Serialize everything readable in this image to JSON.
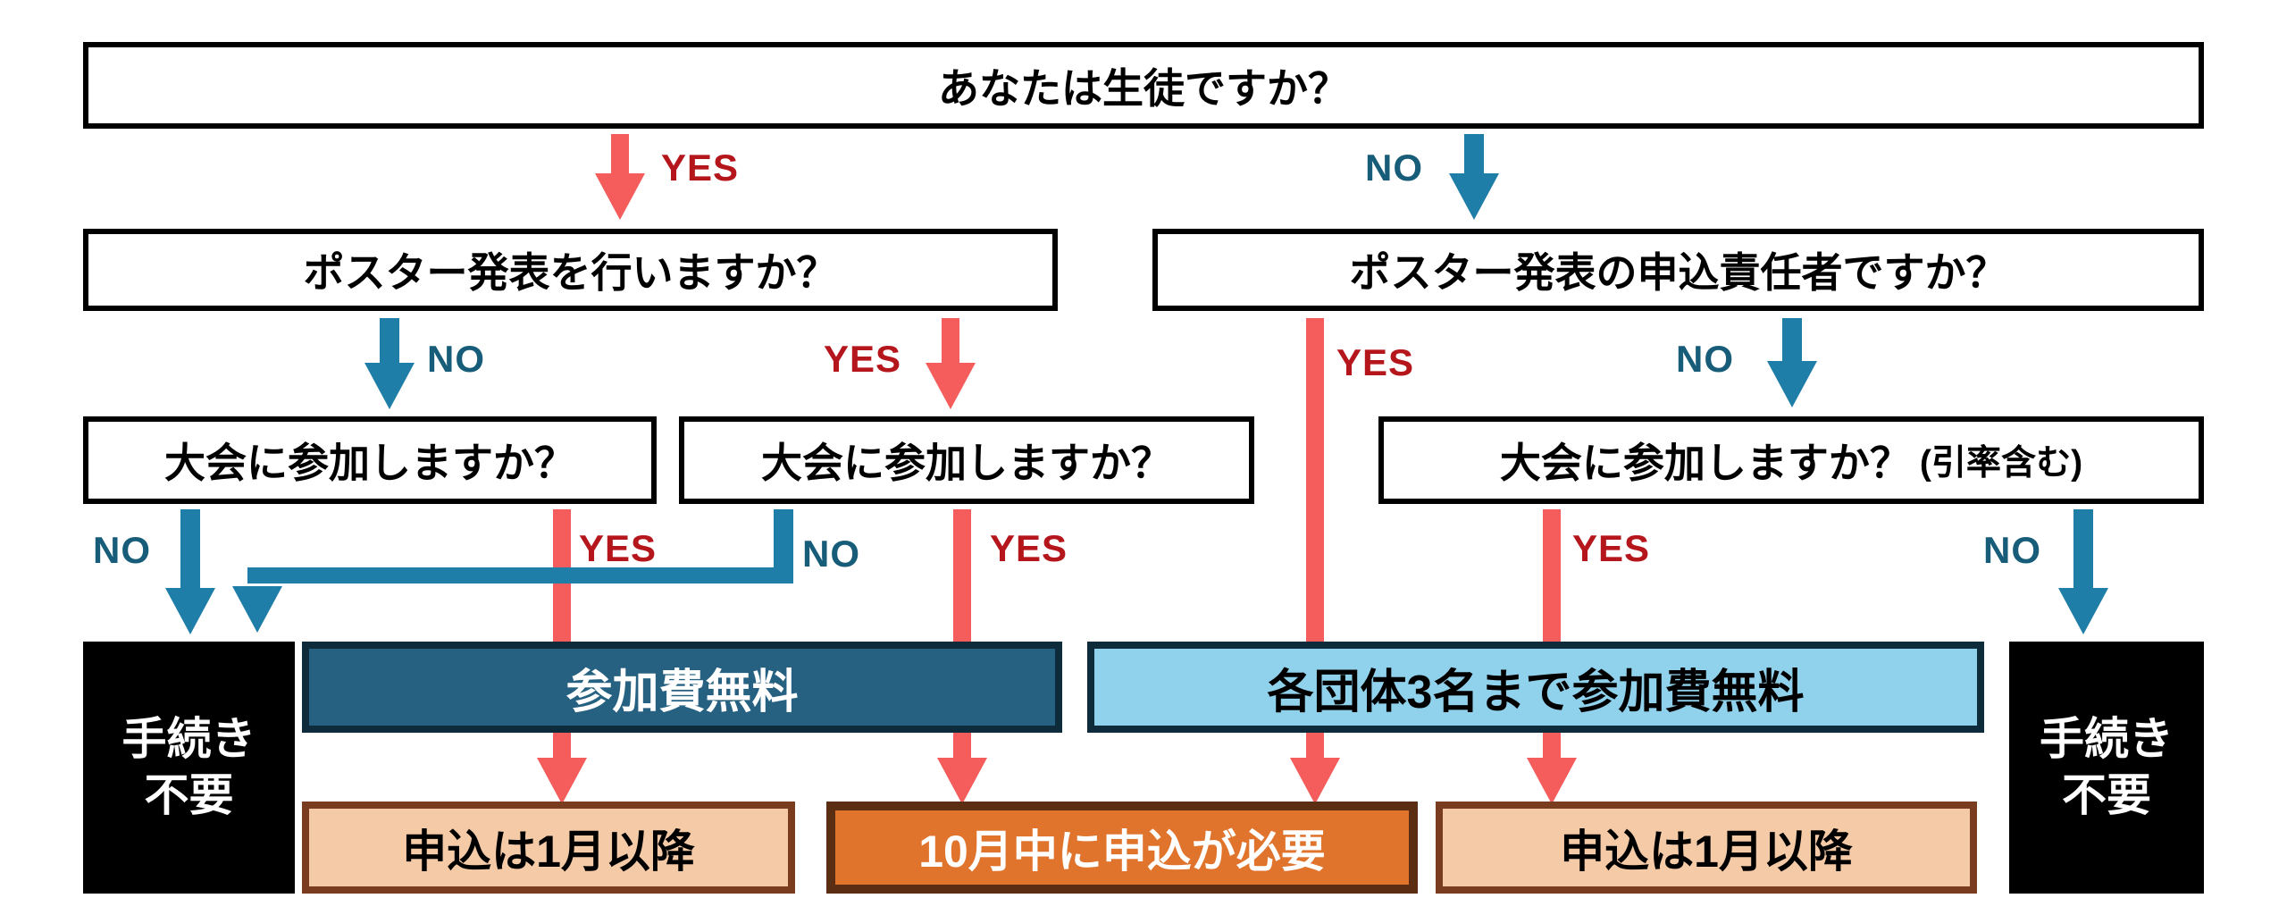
{
  "labels": {
    "yes": "YES",
    "no": "NO"
  },
  "questions": {
    "student": "あなたは生徒ですか？",
    "poster_present": "ポスター発表を行いますか？",
    "poster_manager": "ポスター発表の申込責任者ですか？",
    "attend_a": "大会に参加しますか？",
    "attend_b": "大会に参加しますか？",
    "attend_c": "大会に参加しますか？",
    "attend_c_note": "(引率含む)"
  },
  "results": {
    "no_procedure_line1": "手続き",
    "no_procedure_line2": "不要",
    "free": "参加費無料",
    "free_three": "各団体3名まで参加費無料",
    "apply_january": "申込は1月以降",
    "apply_october": "10月中に申込が必要"
  },
  "colors": {
    "red_arrow": "#f55c5c",
    "yes_text": "#b5161c",
    "blue_arrow": "#1f7ea7",
    "no_text": "#175c78",
    "dark_blue_fill": "#266181",
    "light_blue_fill": "#90d1ec",
    "navy_border": "#0e2b3c",
    "orange_fill": "#e0742d",
    "orange_border": "#5b2d12",
    "peach_fill": "#f5caa7",
    "peach_border": "#7a3c1e",
    "box_black": "#000000"
  }
}
